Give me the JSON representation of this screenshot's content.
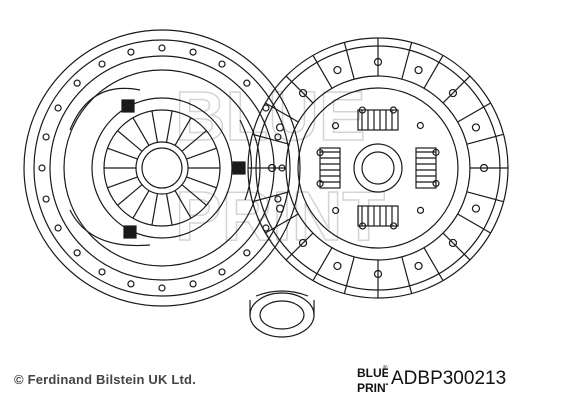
{
  "footer": {
    "copyright": "© Ferdinand Bilstein UK Ltd.",
    "part_number": "ADBP300213"
  },
  "brand": {
    "logo_line1": "BLUE",
    "logo_line2": "PRINT",
    "registered_mark": "®"
  },
  "colors": {
    "line": "#1a1a1a",
    "watermark": "#d9d9d9",
    "text": "#444444"
  }
}
